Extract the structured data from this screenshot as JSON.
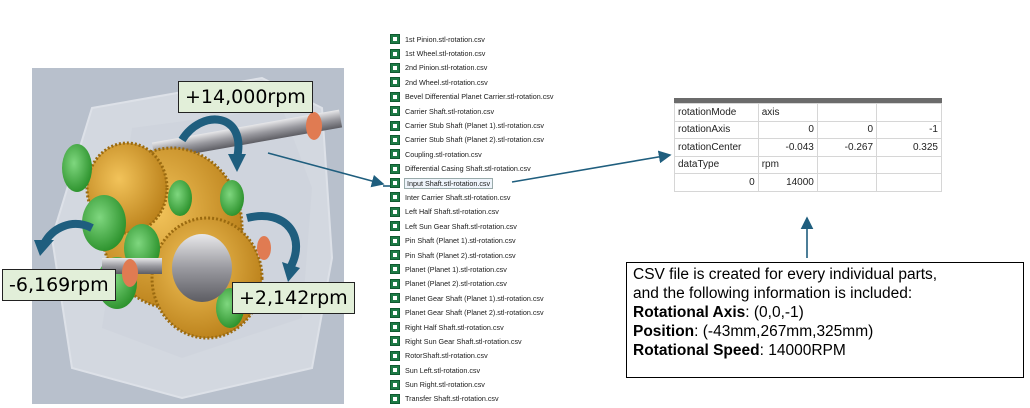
{
  "rpm_labels": {
    "top": "+14,000rpm",
    "left": "-6,169rpm",
    "right": "+2,142rpm"
  },
  "files": [
    "1st Pinion.stl-rotation.csv",
    "1st Wheel.stl-rotation.csv",
    "2nd Pinion.stl-rotation.csv",
    "2nd Wheel.stl-rotation.csv",
    "Bevel Differential Planet Carrier.stl-rotation.csv",
    "Carrier Shaft.stl-rotation.csv",
    "Carrier Stub Shaft (Planet 1).stl-rotation.csv",
    "Carrier Stub Shaft (Planet 2).stl-rotation.csv",
    "Coupling.stl-rotation.csv",
    "Differential Casing Shaft.stl-rotation.csv",
    "Input Shaft.stl-rotation.csv",
    "Inter Carrier Shaft.stl-rotation.csv",
    "Left Half Shaft.stl-rotation.csv",
    "Left Sun Gear Shaft.stl-rotation.csv",
    "Pin Shaft (Planet 1).stl-rotation.csv",
    "Pin Shaft (Planet 2).stl-rotation.csv",
    "Planet (Planet 1).stl-rotation.csv",
    "Planet (Planet 2).stl-rotation.csv",
    "Planet Gear Shaft (Planet 1).stl-rotation.csv",
    "Planet Gear Shaft (Planet 2).stl-rotation.csv",
    "Right Half Shaft.stl-rotation.csv",
    "Right Sun Gear Shaft.stl-rotation.csv",
    "RotorShaft.stl-rotation.csv",
    "Sun Left.stl-rotation.csv",
    "Sun Right.stl-rotation.csv",
    "Transfer Shaft.stl-rotation.csv"
  ],
  "selected_file": "Input Shaft.stl-rotation.csv",
  "csv_table": {
    "rows": [
      [
        "rotationMode",
        "axis",
        "",
        ""
      ],
      [
        "rotationAxis",
        "0",
        "0",
        "-1"
      ],
      [
        "rotationCenter",
        "-0.043",
        "-0.267",
        "0.325"
      ],
      [
        "dataType",
        "rpm",
        "",
        ""
      ],
      [
        "0",
        "14000",
        "",
        ""
      ]
    ]
  },
  "info": {
    "line1": "CSV file is created for every individual parts,",
    "line2": "and the following information is included:",
    "axis_label": "Rotational Axis",
    "axis_value": ": (0,0,-1)",
    "position_label": "Position",
    "position_value": ": (-43mm,267mm,325mm)",
    "speed_label": "Rotational Speed",
    "speed_value": ": 14000RPM"
  },
  "colors": {
    "label_bg": "#e2efd9",
    "arrow": "#1f5e7e",
    "gear_gold": "#d39a2a",
    "bearing_green": "#3aa23a",
    "csv_icon": "#1d7a45"
  }
}
